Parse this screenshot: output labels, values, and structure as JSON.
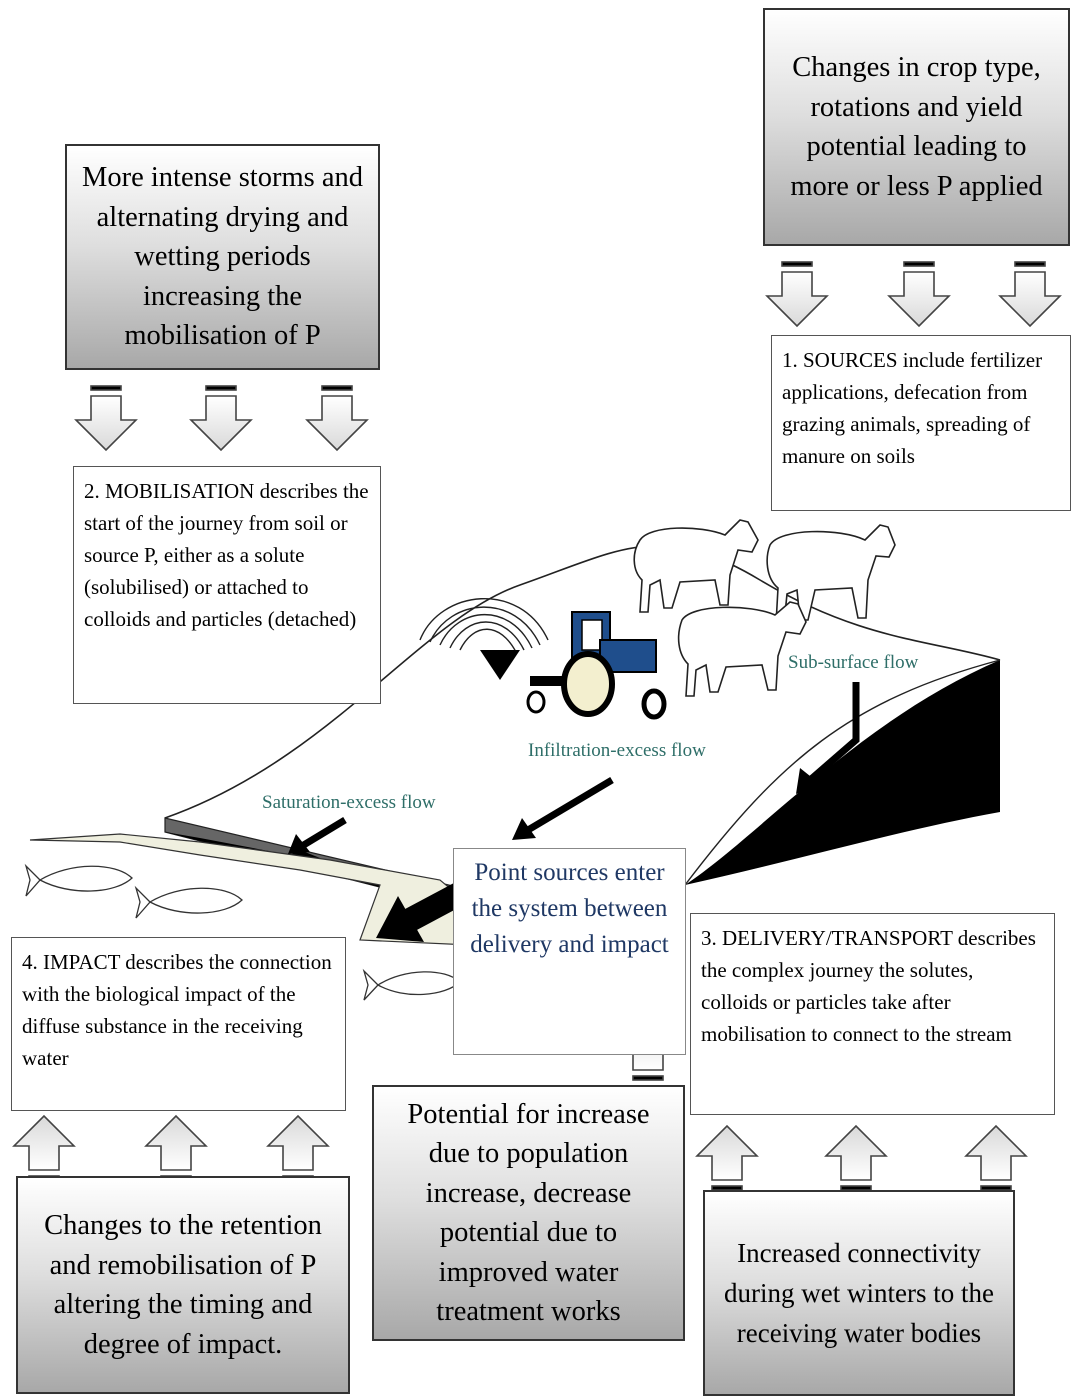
{
  "climate_boxes": {
    "crop": "Changes in crop type, rotations and yield potential leading to more or less P applied",
    "storms": "More intense storms and alternating drying and wetting periods increasing the mobilisation of P",
    "retention": "Changes to the retention and remobilisation of P altering the timing and degree of impact.",
    "population": "Potential for increase due to population increase, decrease potential due to improved water treatment works",
    "connectivity": "Increased connectivity during wet winters to the receiving water bodies"
  },
  "stages": {
    "sources": "1. SOURCES include fertilizer applications, defecation from grazing animals, spreading of manure on soils",
    "mobilisation": "2. MOBILISATION describes the start of the journey from soil or source P, either as a solute (solubilised) or attached to colloids and particles (detached)",
    "delivery": "3. DELIVERY/TRANSPORT describes the complex journey the solutes, colloids or particles take after mobilisation to connect to the stream",
    "impact": "4. IMPACT describes the connection with the biological impact of the diffuse substance in the receiving water",
    "point_sources": "Point sources enter the system between delivery and impact"
  },
  "flows": {
    "subsurface": "Sub-surface flow",
    "infiltration": "Infiltration-excess flow",
    "saturation": "Saturation-excess flow"
  },
  "colors": {
    "tractor": "#1f4e8c",
    "flow_label": "#2e6e68",
    "point_text": "#1f3864"
  }
}
